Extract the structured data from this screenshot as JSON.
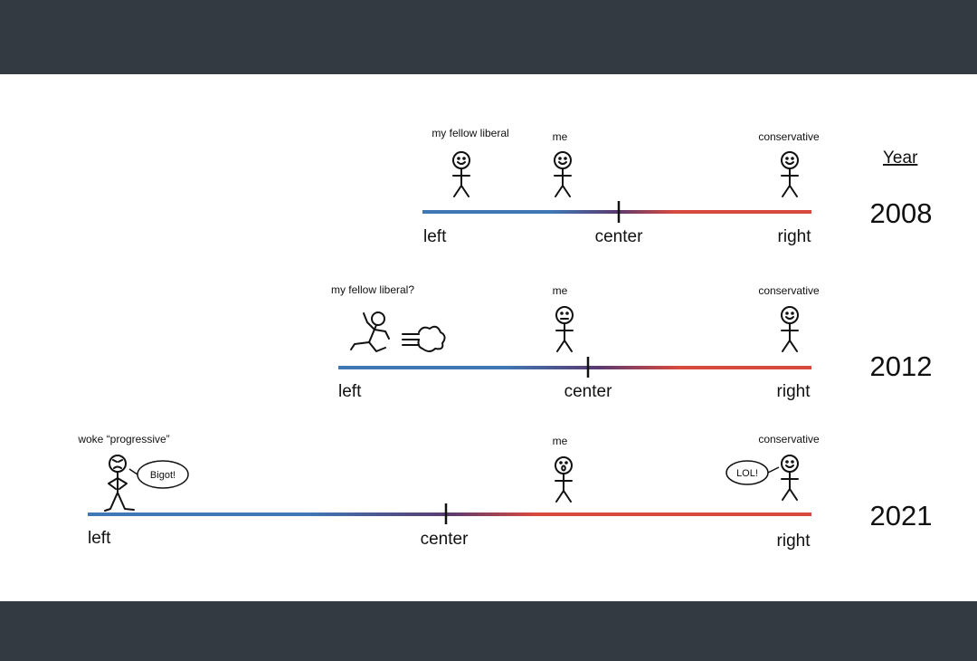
{
  "year_header": "Year",
  "rows": [
    {
      "year": "2008",
      "left_label": "left",
      "center_label": "center",
      "right_label": "right",
      "figures": [
        {
          "label": "my fellow liberal",
          "face": "smile"
        },
        {
          "label": "me",
          "face": "smile"
        },
        {
          "label": "conservative",
          "face": "smile"
        }
      ]
    },
    {
      "year": "2012",
      "left_label": "left",
      "center_label": "center",
      "right_label": "right",
      "figures": [
        {
          "label": "my fellow liberal?",
          "face": "running"
        },
        {
          "label": "me",
          "face": "neutral"
        },
        {
          "label": "conservative",
          "face": "smile"
        }
      ]
    },
    {
      "year": "2021",
      "left_label": "left",
      "center_label": "center",
      "right_label": "right",
      "figures": [
        {
          "label": "woke “progressive”",
          "face": "angry",
          "speech": "Bigot!"
        },
        {
          "label": "me",
          "face": "surprised"
        },
        {
          "label": "conservative",
          "face": "smile",
          "speech": "LOL!"
        }
      ]
    }
  ],
  "colors": {
    "left": "#3f78b5",
    "mid": "#5a3a70",
    "right": "#d94a3e"
  }
}
